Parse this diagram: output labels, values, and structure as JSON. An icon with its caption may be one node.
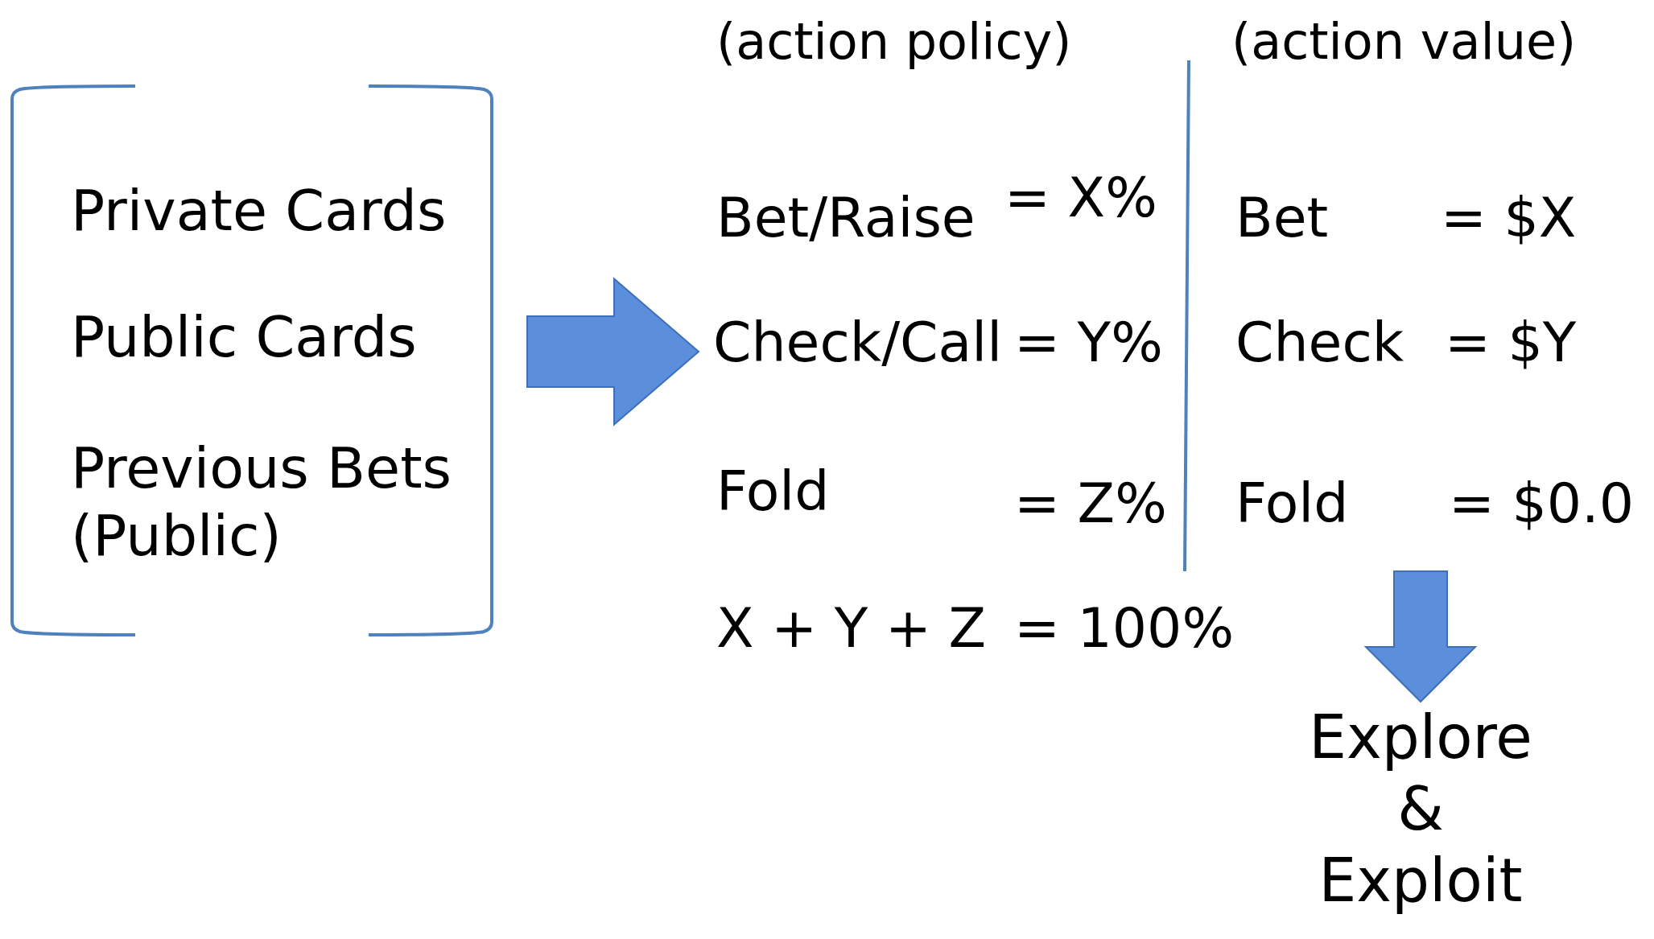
{
  "diagram": {
    "nodes": [
      {
        "text": [
          "Private Cards",
          "Public Cards",
          "Previous Bets (Public)"
        ]
      },
      {
        "text": [
          "(action policy)",
          "Bet/Raise",
          "= X%",
          "Check/Call",
          "= Y%",
          "Fold",
          "= Z%",
          "X + Y + Z",
          "= 100%"
        ]
      },
      {
        "text": [
          "(action value)",
          "Bet",
          "= $X",
          "Check",
          "= $Y",
          "Fold",
          "= $0.0"
        ]
      },
      {
        "text": [
          "Explore & Exploit"
        ]
      }
    ],
    "edges": [
      {
        "from": 0,
        "to": 1,
        "arrow": "to"
      },
      {
        "from": 2,
        "to": 3,
        "arrow": "to"
      }
    ]
  }
}
